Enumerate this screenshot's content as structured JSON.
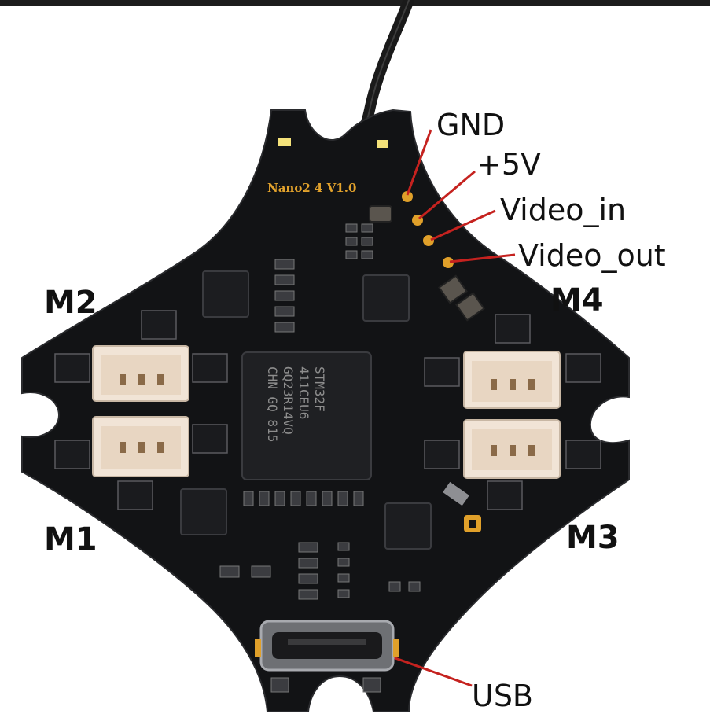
{
  "pin_labels": {
    "gnd": "GND",
    "v5": "+5V",
    "video_in": "Video_in",
    "video_out": "Video_out",
    "usb": "USB"
  },
  "motor_labels": {
    "m1": "M1",
    "m2": "M2",
    "m3": "M3",
    "m4": "M4"
  },
  "board_silkscreen": "Nano2 4 V1.0",
  "mcu_marking": [
    "STM32F",
    "411CEU6",
    "GQ23R14VQ",
    "CHN GQ 815"
  ],
  "colors": {
    "pcb": "#111214",
    "pad_gold": "#e0a02a",
    "connector": "#f1e4d6",
    "leader_line": "#c5221f",
    "top_bar": "#1a1a1a"
  }
}
